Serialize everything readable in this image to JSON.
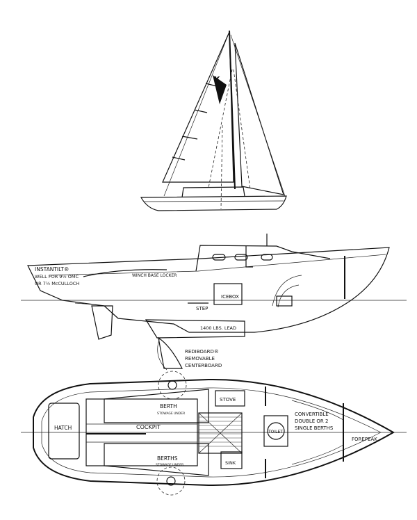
{
  "sail_plan": {
    "sail_insignia": "K"
  },
  "profile": {
    "labels": {
      "instantilt": "INSTANTILT®",
      "instantilt_line2": "WELL FOR 9½ OMC",
      "instantilt_line3": "OR 7½ McCULLOCH",
      "winch_base_locker": "WINCH BASE LOCKER",
      "icebox": "ICEBOX",
      "step": "STEP",
      "lead": "1400 LBS. LEAD",
      "rediboard": "REDIBOARD®",
      "rediboard_line2": "REMOVABLE",
      "rediboard_line3": "CENTERBOARD"
    }
  },
  "plan_view": {
    "labels": {
      "hatch": "HATCH",
      "cockpit": "COCKPIT",
      "berth": "BERTH",
      "berth_sub": "STOWAGE UNDER",
      "berths": "BERTHS",
      "berths_sub": "STOWAGE UNDER",
      "stove": "STOVE",
      "toilet": "TOILET",
      "sink": "SINK",
      "convertible": "CONVERTIBLE",
      "convertible_line2": "DOUBLE OR 2",
      "convertible_line3": "SINGLE BERTHS",
      "forepeak": "FOREPEAK"
    }
  }
}
